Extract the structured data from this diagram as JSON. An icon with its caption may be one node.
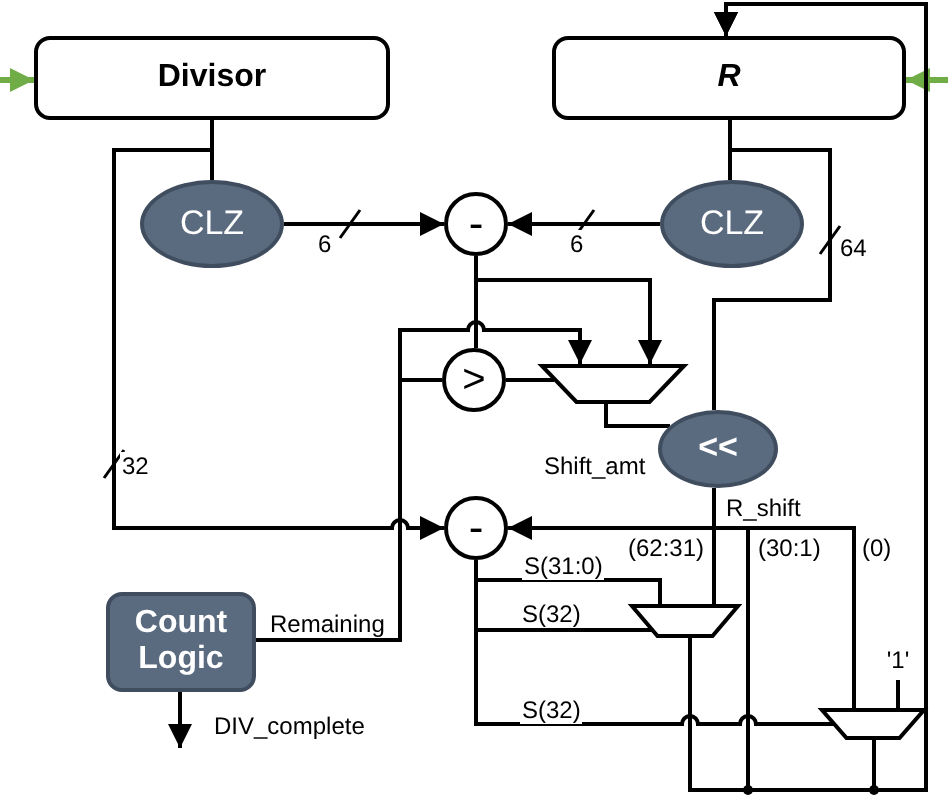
{
  "diagram": {
    "nodes": [
      {
        "text": [
          "Divisor"
        ]
      },
      {
        "text": [
          "R"
        ]
      },
      {
        "text": [
          "CLZ"
        ]
      },
      {
        "text": [
          "CLZ"
        ]
      },
      {
        "text": [
          "-"
        ]
      },
      {
        "text": [
          ">"
        ]
      },
      {
        "text": [],
        "shape": "trapezoid"
      },
      {
        "text": [
          "<<"
        ]
      },
      {
        "text": [
          "-"
        ]
      },
      {
        "text": [
          "Count Logic"
        ]
      },
      {
        "text": [],
        "shape": "trapezoid"
      },
      {
        "text": [
          "'1'"
        ]
      },
      {
        "text": [],
        "shape": "trapezoid"
      }
    ],
    "edges": [
      {
        "from": null,
        "to": 0,
        "arrow": "to",
        "color": "#70ad47"
      },
      {
        "from": null,
        "to": 1,
        "arrow": "to",
        "color": "#70ad47"
      },
      {
        "from": 0,
        "to": 2,
        "arrow": "none"
      },
      {
        "from": 1,
        "to": 3,
        "arrow": "none"
      },
      {
        "from": 2,
        "to": 4,
        "arrow": "to",
        "label": "6"
      },
      {
        "from": 3,
        "to": 4,
        "arrow": "to",
        "label": "6"
      },
      {
        "from": 1,
        "to": 7,
        "arrow": "none",
        "label": "64"
      },
      {
        "from": 4,
        "to": 5,
        "arrow": "none"
      },
      {
        "from": 4,
        "to": 6,
        "arrow": "to"
      },
      {
        "from": 9,
        "to": 5,
        "arrow": "none",
        "label": "Remaining"
      },
      {
        "from": 9,
        "to": 6,
        "arrow": "to"
      },
      {
        "from": 5,
        "to": 6,
        "arrow": "none"
      },
      {
        "from": 6,
        "to": 7,
        "arrow": "none",
        "label": "Shift_amt"
      },
      {
        "from": 0,
        "to": 8,
        "arrow": "to",
        "label": "32"
      },
      {
        "from": 7,
        "to": 8,
        "arrow": "to",
        "label": "R_shift"
      },
      {
        "from": 8,
        "to": 10,
        "arrow": "none",
        "label": "S(31:0)"
      },
      {
        "from": 8,
        "to": 10,
        "arrow": "none",
        "label": "S(32)"
      },
      {
        "from": 7,
        "to": 10,
        "arrow": "none",
        "label": "(62:31)"
      },
      {
        "from": 8,
        "to": 12,
        "arrow": "none",
        "label": "S(32)"
      },
      {
        "from": 7,
        "to": 12,
        "arrow": "none",
        "label": "(0)"
      },
      {
        "from": 11,
        "to": 12,
        "arrow": "none"
      },
      {
        "from": 7,
        "to": 1,
        "arrow": "to",
        "label": "(30:1)"
      },
      {
        "from": 10,
        "to": 1,
        "arrow": "to"
      },
      {
        "from": 12,
        "to": 1,
        "arrow": "to"
      },
      {
        "from": 9,
        "to": null,
        "arrow": "to",
        "label": "DIV_complete"
      }
    ]
  }
}
